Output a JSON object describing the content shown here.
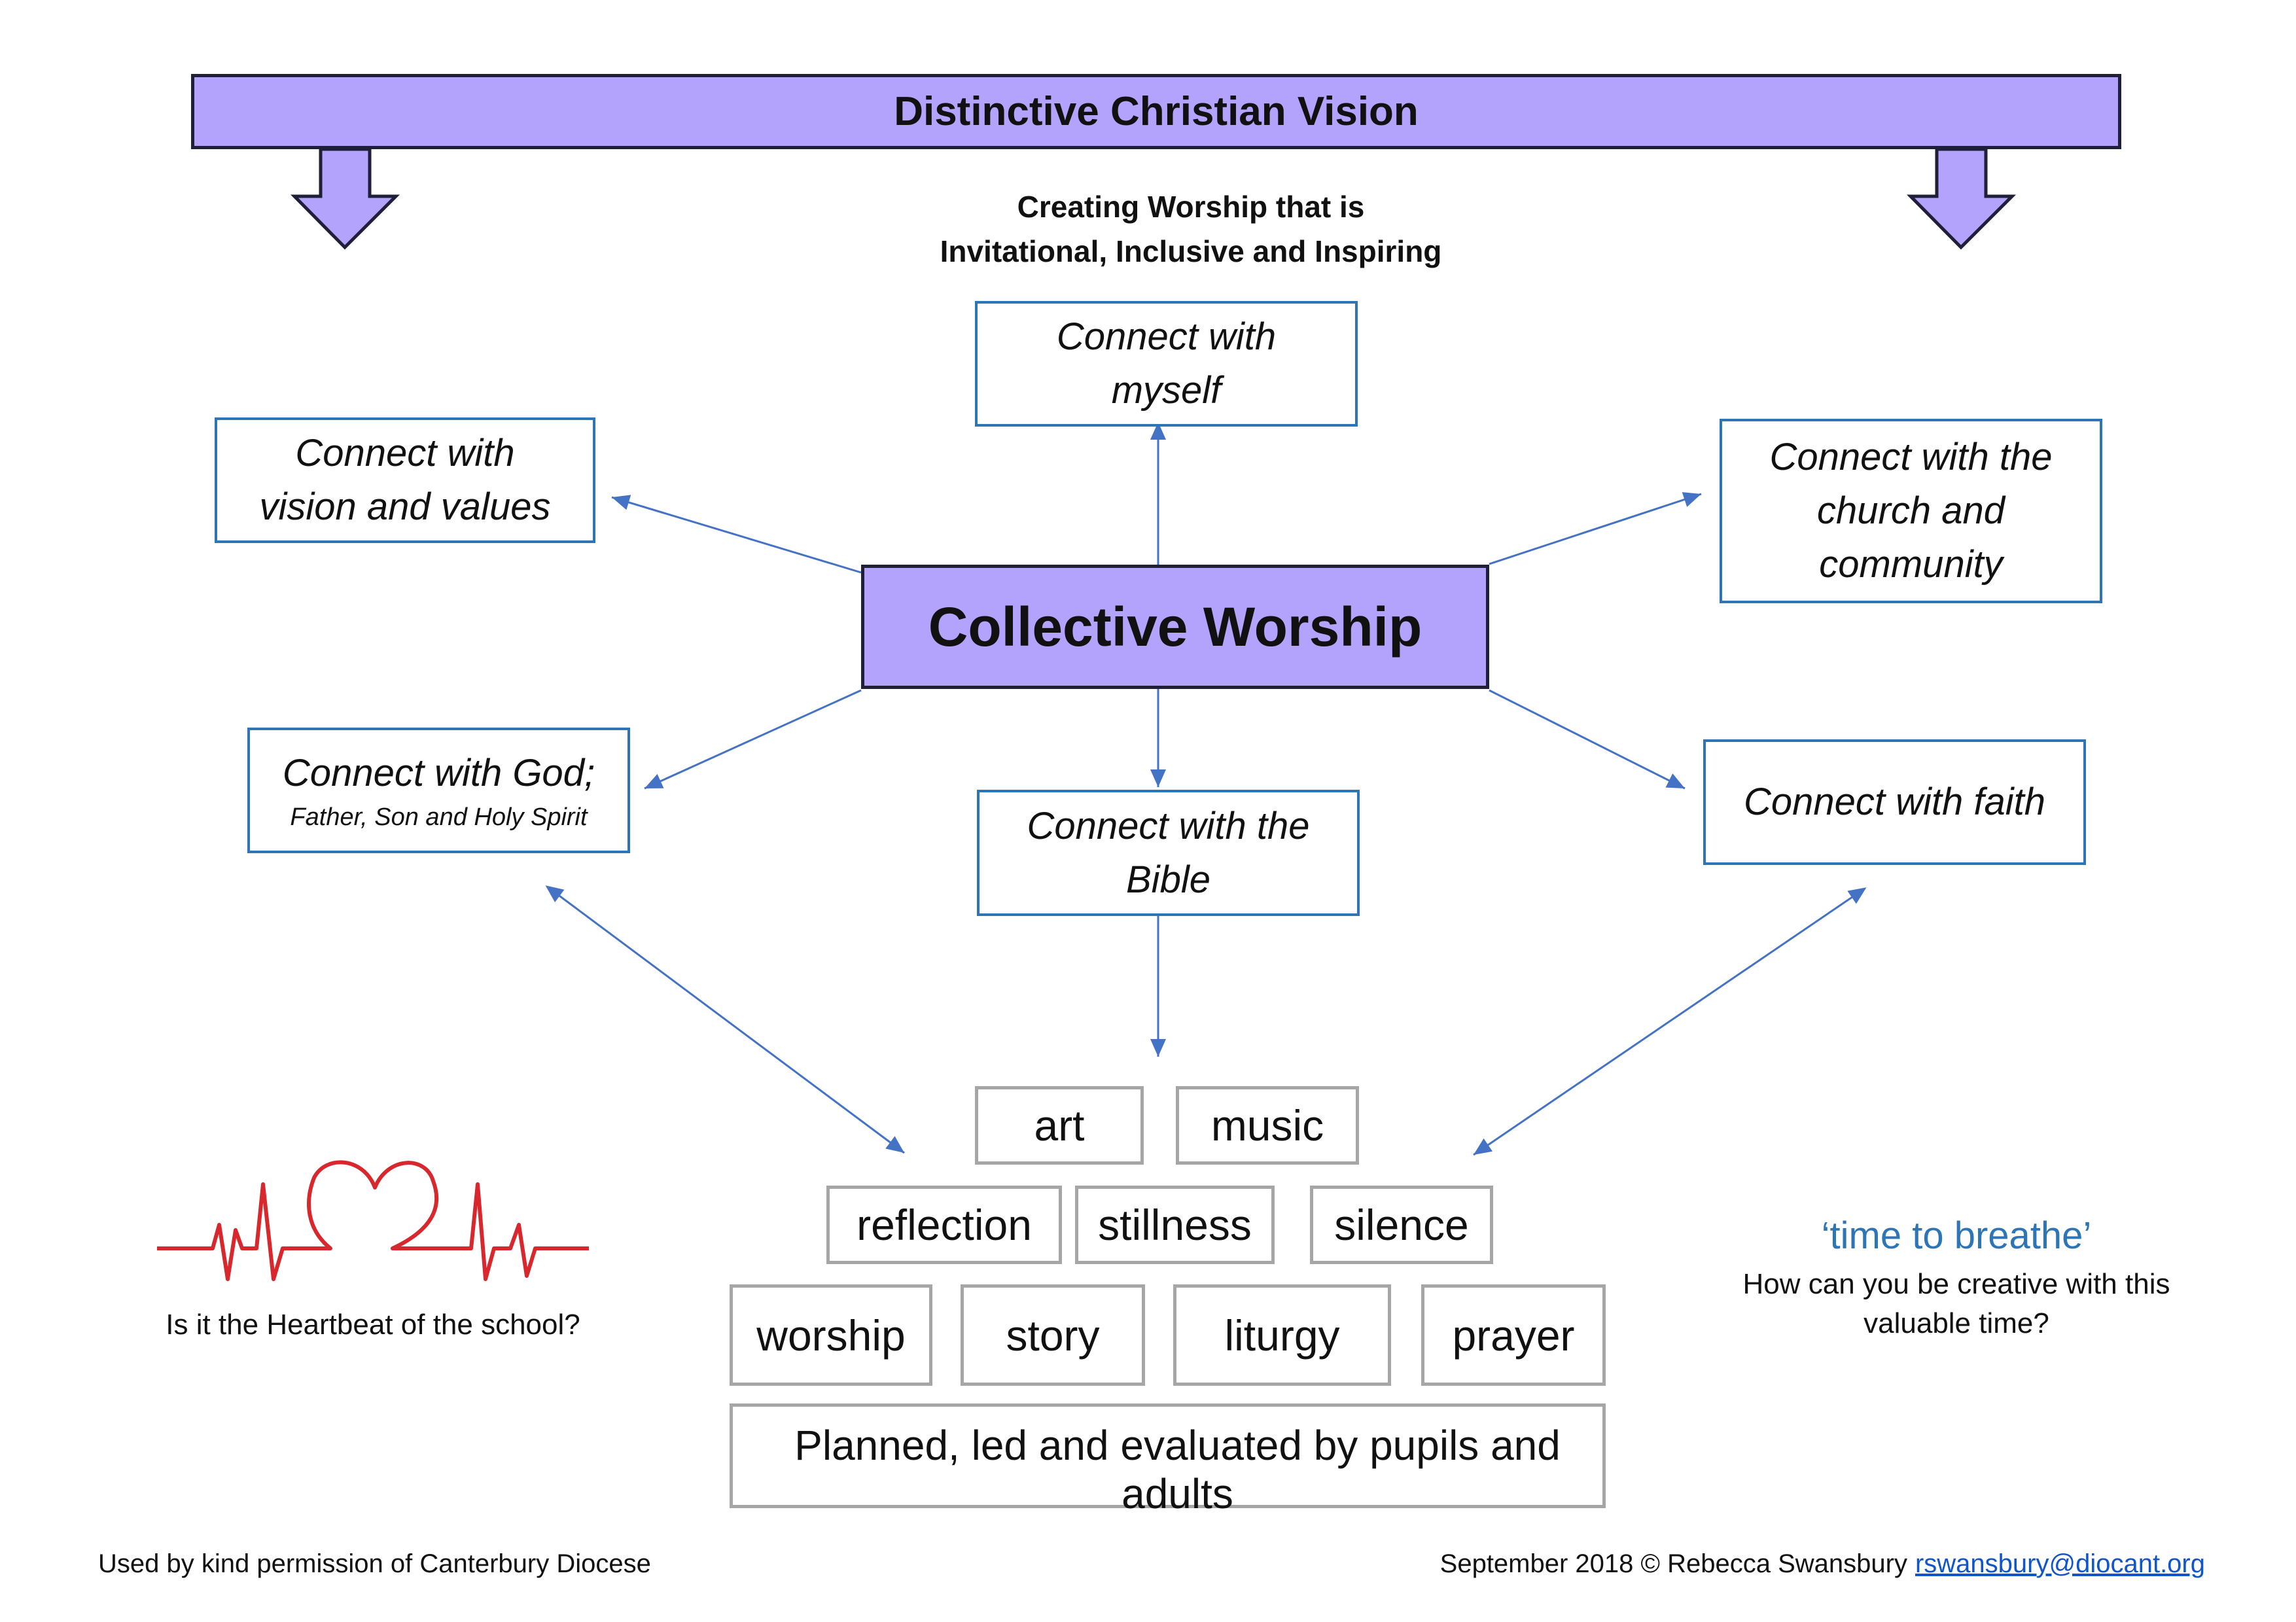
{
  "banner": {
    "title": "Distinctive Christian Vision"
  },
  "subtitle": {
    "line1": "Creating Worship that is",
    "line2": "Invitational, Inclusive and Inspiring"
  },
  "central": {
    "title": "Collective Worship"
  },
  "connections": {
    "myself": {
      "line1": "Connect with",
      "line2": "myself"
    },
    "vision": {
      "line1": "Connect with",
      "line2": "vision and values"
    },
    "church": {
      "line1": "Connect with the",
      "line2": "church and",
      "line3": "community"
    },
    "god": {
      "line1": "Connect with God;",
      "line2": "Father, Son and Holy Spirit"
    },
    "bible": {
      "line1": "Connect with the",
      "line2": "Bible"
    },
    "faith": {
      "line1": "Connect with faith"
    }
  },
  "activities": {
    "art": "art",
    "music": "music",
    "reflection": "reflection",
    "stillness": "stillness",
    "silence": "silence",
    "worship": "worship",
    "story": "story",
    "liturgy": "liturgy",
    "prayer": "prayer",
    "planned": "Planned, led and evaluated by pupils and adults"
  },
  "heartbeat": {
    "caption": "Is it the Heartbeat of the school?"
  },
  "breathe": {
    "title": "‘time to breathe’",
    "question_line1": "How can you be creative with this",
    "question_line2": "valuable time?"
  },
  "footer": {
    "left": "Used by kind permission of Canterbury Diocese",
    "right_text": "September 2018 © Rebecca Swansbury",
    "email": "rswansbury@diocant.org"
  },
  "colors": {
    "lavender_fill": "#b4a3fc",
    "connect_border": "#2e75b6",
    "arrow": "#4472c4",
    "activity_border": "#a6a6a6",
    "heart": "#d9272e",
    "link": "#1155cc"
  },
  "icons": {
    "heartbeat": "heartbeat-heart-icon",
    "down_arrow": "down-arrow-icon"
  }
}
